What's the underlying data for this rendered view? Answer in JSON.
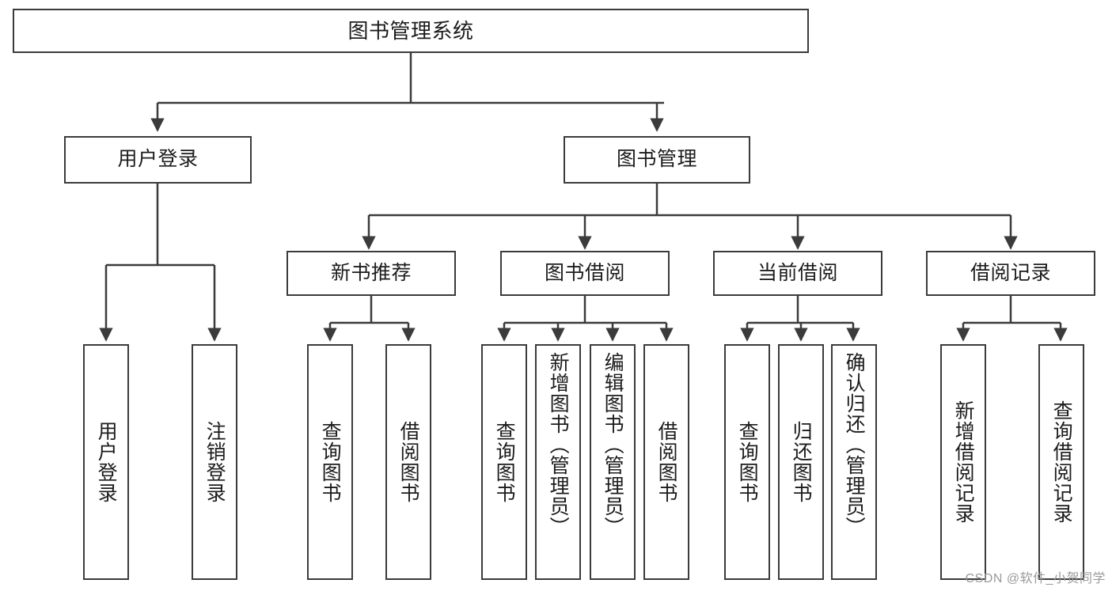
{
  "diagram": {
    "type": "tree",
    "title": "图书管理系统",
    "watermark": "CSDN @软件_小贺同学",
    "colors": {
      "stroke": "#3b3b3b",
      "fill": "#ffffff",
      "text": "#1c1c1c",
      "watermark": "#9a9a9a"
    },
    "levels": {
      "root": "图书管理系统",
      "level2": [
        "用户登录",
        "图书管理"
      ],
      "level3": [
        "新书推荐",
        "图书借阅",
        "当前借阅",
        "借阅记录"
      ]
    },
    "nodes": {
      "root": {
        "label": "图书管理系统"
      },
      "user_login": {
        "label": "用户登录"
      },
      "book_manage": {
        "label": "图书管理"
      },
      "new_book_rec": {
        "label": "新书推荐"
      },
      "book_borrow": {
        "label": "图书借阅"
      },
      "current_borrow": {
        "label": "当前借阅"
      },
      "borrow_record": {
        "label": "借阅记录"
      },
      "leaf_login": {
        "label": "用户登录"
      },
      "leaf_logout": {
        "label": "注销登录"
      },
      "leaf_rec_query": {
        "label": "查询图书"
      },
      "leaf_rec_borrow": {
        "label": "借阅图书"
      },
      "leaf_bb_query": {
        "label": "查询图书"
      },
      "leaf_bb_add": {
        "label": "新增图书（管理员）"
      },
      "leaf_bb_edit": {
        "label": "编辑图书（管理员）"
      },
      "leaf_bb_borrow": {
        "label": "借阅图书"
      },
      "leaf_cb_query": {
        "label": "查询图书"
      },
      "leaf_cb_return": {
        "label": "归还图书"
      },
      "leaf_cb_confirm": {
        "label": "确认归还（管理员）"
      },
      "leaf_br_add": {
        "label": "新增借阅记录"
      },
      "leaf_br_query": {
        "label": "查询借阅记录"
      }
    }
  }
}
